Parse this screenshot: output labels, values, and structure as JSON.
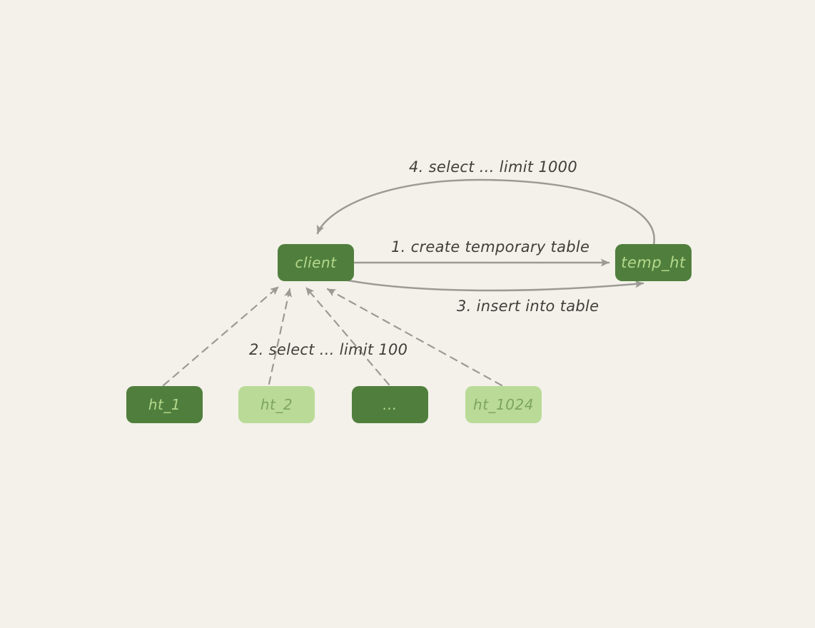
{
  "colors": {
    "canvas-bg": "#f3f1ea",
    "node-dark-green": "#507f3d",
    "node-light-green": "#b9db97",
    "node-dark-text": "#b4d98c",
    "node-light-text": "#7ca55d",
    "arrow-gray": "#9b9a94",
    "label-text": "#403f3b"
  },
  "nodes": {
    "client": {
      "label": "client",
      "variant": "dark"
    },
    "temp_ht": {
      "label": "temp_ht",
      "variant": "dark"
    },
    "ht_1": {
      "label": "ht_1",
      "variant": "dark"
    },
    "ht_2": {
      "label": "ht_2",
      "variant": "light"
    },
    "ht_dots": {
      "label": "...",
      "variant": "dark"
    },
    "ht_1024": {
      "label": "ht_1024",
      "variant": "light"
    }
  },
  "edges": [
    {
      "label": "1. create temporary table",
      "from": "client",
      "to": "temp_ht",
      "style": "solid-straight"
    },
    {
      "label": "2. select ... limit 100",
      "from": "ht_1 / ht_2 / ... / ht_1024",
      "to": "client",
      "style": "dashed"
    },
    {
      "label": "3. insert into table",
      "from": "client",
      "to": "temp_ht",
      "style": "solid-curved"
    },
    {
      "label": "4. select ... limit 1000",
      "from": "temp_ht",
      "to": "client",
      "style": "solid-curved"
    }
  ]
}
